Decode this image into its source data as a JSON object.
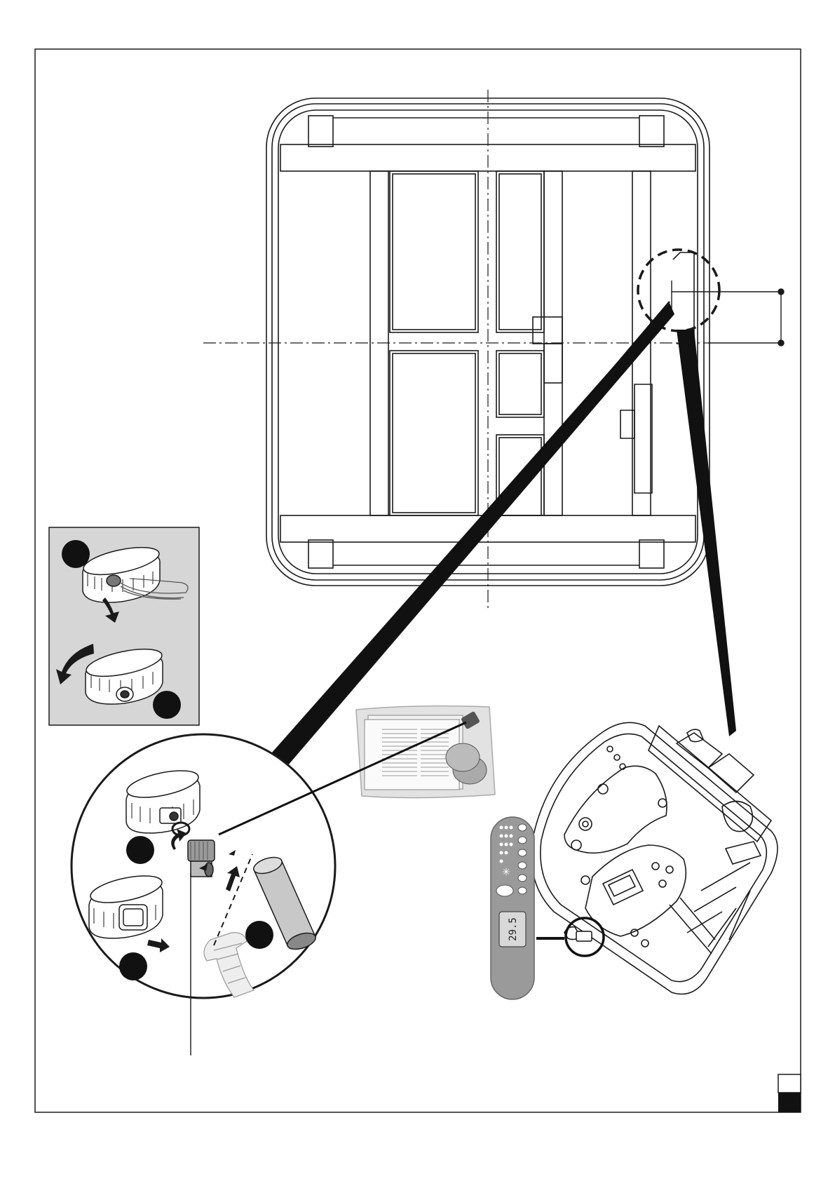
{
  "diagram": {
    "type": "installation-illustration",
    "panels": [
      "top-view-frame",
      "inset-cap-removal",
      "detail-circle-fitting-assembly",
      "parts-bag",
      "spa-tub-perspective",
      "control-panel"
    ],
    "control_panel": {
      "display_value": "29.5"
    },
    "colors": {
      "line": "#1a1a1a",
      "inset_fill": "#d6d6d6",
      "panel_fill": "#9a9a9a",
      "badge": "#111111"
    }
  }
}
